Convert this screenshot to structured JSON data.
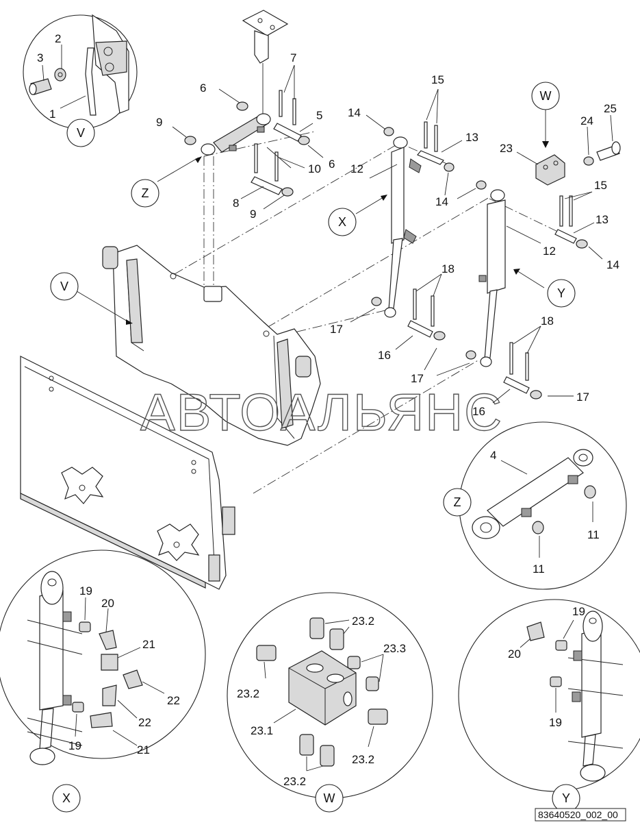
{
  "drawing_ref": "83640520_002_00",
  "watermark": "АВТОАЛЬЯНС",
  "view_letters": {
    "V_detail": "V",
    "V_main": "V",
    "Z_main": "Z",
    "Z_detail": "Z",
    "X_main": "X",
    "X_detail": "X",
    "Y_main": "Y",
    "Y_detail": "Y",
    "W_main": "W",
    "W_detail": "W"
  },
  "labels": {
    "l1": "1",
    "l2": "2",
    "l3": "3",
    "l4": "4",
    "l5": "5",
    "l6a": "6",
    "l6b": "6",
    "l7": "7",
    "l8": "8",
    "l9a": "9",
    "l9b": "9",
    "l10": "10",
    "l11a": "11",
    "l11b": "11",
    "l12a": "12",
    "l12b": "12",
    "l13a": "13",
    "l13b": "13",
    "l14a": "14",
    "l14b": "14",
    "l14c": "14",
    "l15a": "15",
    "l15b": "15",
    "l16a": "16",
    "l16b": "16",
    "l17a": "17",
    "l17b": "17",
    "l17c": "17",
    "l18a": "18",
    "l18b": "18",
    "l19a": "19",
    "l19b": "19",
    "l19c": "19",
    "l19d": "19",
    "l20a": "20",
    "l20b": "20",
    "l21a": "21",
    "l21b": "21",
    "l22a": "22",
    "l22b": "22",
    "l23": "23",
    "l23_1": "23.1",
    "l23_2a": "23.2",
    "l23_2b": "23.2",
    "l23_2c": "23.2",
    "l23_2d": "23.2",
    "l23_3": "23.3",
    "l24": "24",
    "l25": "25"
  }
}
